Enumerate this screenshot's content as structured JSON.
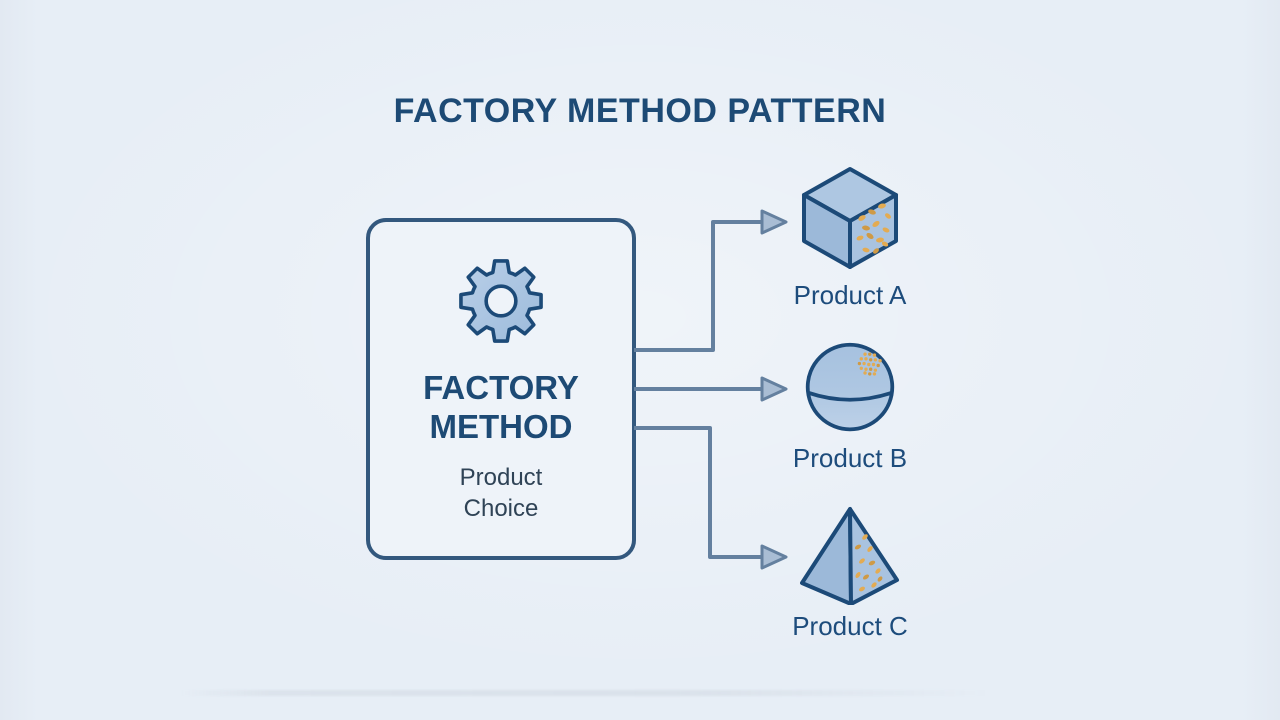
{
  "title": "FACTORY METHOD PATTERN",
  "factory_box": {
    "icon": "gear-icon",
    "name": "FACTORY\nMETHOD",
    "subtitle": "Product\nChoice"
  },
  "products": [
    {
      "label": "Product A",
      "icon": "cube-icon"
    },
    {
      "label": "Product B",
      "icon": "sphere-icon"
    },
    {
      "label": "Product C",
      "icon": "pyramid-icon"
    }
  ],
  "palette": {
    "page-bg": "#e7eef6",
    "box-bg": "#eef3f9",
    "outline": "#1c4a78",
    "box-border": "#33587e",
    "title-text": "#1d4a75",
    "body-text": "#2f4356",
    "label-text": "#1d4c7c",
    "shape-fill": "#a9c3e0",
    "shape-fill-light": "#b7cde6",
    "shape-fill-dark": "#9cb9d9",
    "speckle": "#e3ab52",
    "connector": "#64809f",
    "arrow-fill": "#a9bdd4"
  }
}
